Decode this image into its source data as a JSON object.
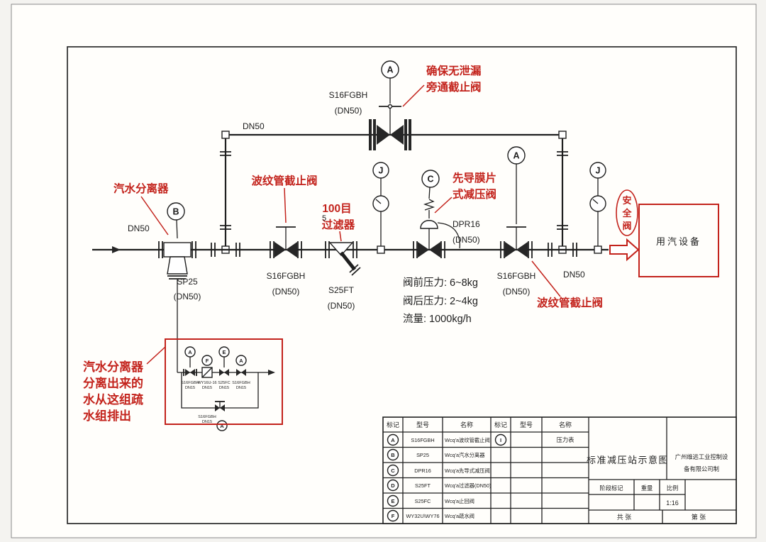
{
  "inlet": {
    "dn": "DN50"
  },
  "separator": {
    "marker": "B",
    "note": "汽水分离器",
    "model": "SP25",
    "size": "(DN50)"
  },
  "valve1": {
    "note": "波纹管截止阀",
    "model": "S16FGBH",
    "size": "(DN50)"
  },
  "strainer": {
    "note1": "100目",
    "note2": "过滤器",
    "extra": "5",
    "model": "S25FT",
    "size": "(DN50)"
  },
  "gauge_left": {
    "marker": "J"
  },
  "gauge_right": {
    "marker": "J"
  },
  "prv": {
    "marker": "C",
    "note1": "先导膜片",
    "note2": "式减压阀",
    "model": "DPR16",
    "size": "(DN50)",
    "p_before": "阀前压力: 6~8kg",
    "p_after": "阀后压力: 2~4kg",
    "flow": "流量: 1000kg/h"
  },
  "valve2": {
    "marker": "A",
    "model": "S16FGBH",
    "size": "(DN50)",
    "note": "波纹管截止阀"
  },
  "outlet": {
    "dn": "DN50",
    "safety1": "安",
    "safety2": "全",
    "safety3": "阀",
    "equipment": "用汽设备"
  },
  "bypass": {
    "dn": "DN50",
    "marker": "A",
    "model": "S16FGBH",
    "size": "(DN50)",
    "note1": "确保无泄漏",
    "note2": "旁通截止阀"
  },
  "drain": {
    "note1": "汽水分离器",
    "note2": "分离出来的",
    "note3": "水从这组疏",
    "note4": "水组排出",
    "m1": "A",
    "m2": "F",
    "m3": "E",
    "m4": "A",
    "m5": "A",
    "c1": "S16FGBH",
    "c1s": "DN15",
    "c2": "WY16U-16",
    "c2s": "DN15",
    "c3": "S25FC",
    "c3s": "DN15",
    "c4": "S16FGBH",
    "c4s": "DN15",
    "c5": "S16FGBH",
    "c5s": "DN15"
  },
  "titleblock": {
    "h_mark": "标记",
    "h_model": "型号",
    "h_name": "名称",
    "rows": [
      {
        "mark": "A",
        "model": "S16FGBH",
        "name": "Wcq'a波纹管截止阀"
      },
      {
        "mark": "B",
        "model": "SP25",
        "name": "Wcq'a汽水分离器"
      },
      {
        "mark": "C",
        "model": "DPR16",
        "name": "Wcq'a先导式减压阀"
      },
      {
        "mark": "D",
        "model": "S25FT",
        "name": "Wcq'a过滤器(DN50)"
      },
      {
        "mark": "E",
        "model": "S25FC",
        "name": "Wcq'a止回阀"
      },
      {
        "mark": "F",
        "model": "WY32U\\WY76",
        "name": "Wcq'a疏水阀"
      }
    ],
    "h2_mark": "标记",
    "h2_model": "型号",
    "h2_name": "名称",
    "row2_mark": "I",
    "row2_name": "压力表",
    "title": "标准减压站示意图",
    "company1": "广州维远工业控制设",
    "company2": "备有限公司制",
    "stage": "阶段标记",
    "weight": "重量",
    "scale_label": "比例",
    "scale": "1:16",
    "total": "共    张",
    "number": "第    张"
  }
}
